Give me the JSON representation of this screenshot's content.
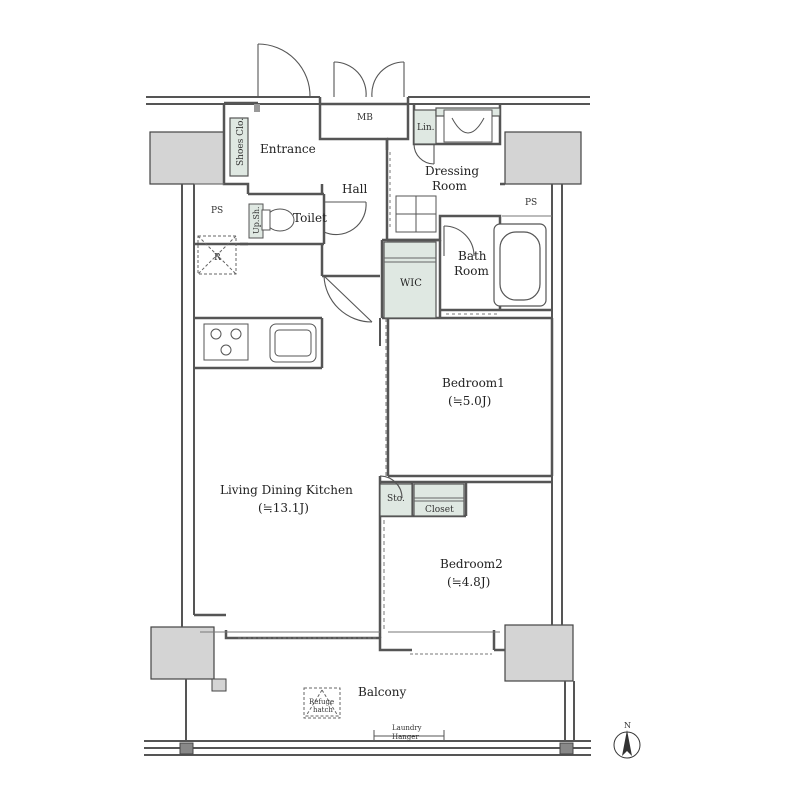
{
  "rooms": {
    "entrance": "Entrance",
    "hall": "Hall",
    "dressing_1": "Dressing",
    "dressing_2": "Room",
    "toilet": "Toilet",
    "bath_1": "Bath",
    "bath_2": "Room",
    "wic": "WIC",
    "bedroom1": "Bedroom1",
    "bedroom1_size": "(≒5.0J)",
    "bedroom2": "Bedroom2",
    "bedroom2_size": "(≒4.8J)",
    "ldk": "Living Dining Kitchen",
    "ldk_size": "(≒13.1J)",
    "balcony": "Balcony"
  },
  "small_labels": {
    "mb": "MB",
    "lin": "Lin.",
    "ps_left": "PS",
    "ps_right": "PS",
    "shoes": "Shoes Clo.",
    "up_sh": "Up.Sh.",
    "refrigerator": "R",
    "sto": "Sto.",
    "closet": "Closet",
    "refuge_1": "Refuge",
    "refuge_2": "hatch",
    "laundry_1": "Laundry",
    "laundry_2": "Hanger",
    "north": "N"
  },
  "colors": {
    "wall": "#555555",
    "column": "#d4d4d4",
    "storage": "#dfe8e2"
  }
}
